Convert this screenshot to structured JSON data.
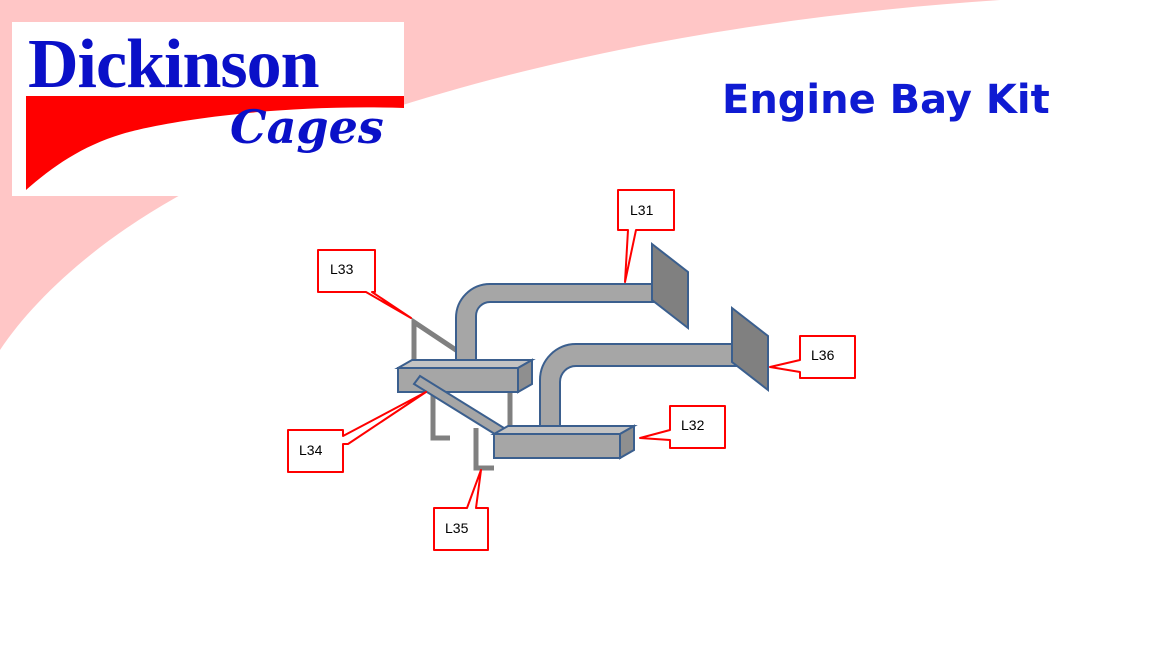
{
  "logo": {
    "main": "Dickinson",
    "sub": "Cages"
  },
  "title": "Engine Bay Kit",
  "labels": {
    "l31": "L31",
    "l32": "L32",
    "l33": "L33",
    "l34": "L34",
    "l35": "L35",
    "l36": "L36"
  },
  "colors": {
    "accent_red": "#ff0000",
    "background_pink": "#ffc6c6",
    "brand_blue": "#0a10c8",
    "tube_fill": "#a6a6a6",
    "tube_outline": "#3b5f8e"
  }
}
